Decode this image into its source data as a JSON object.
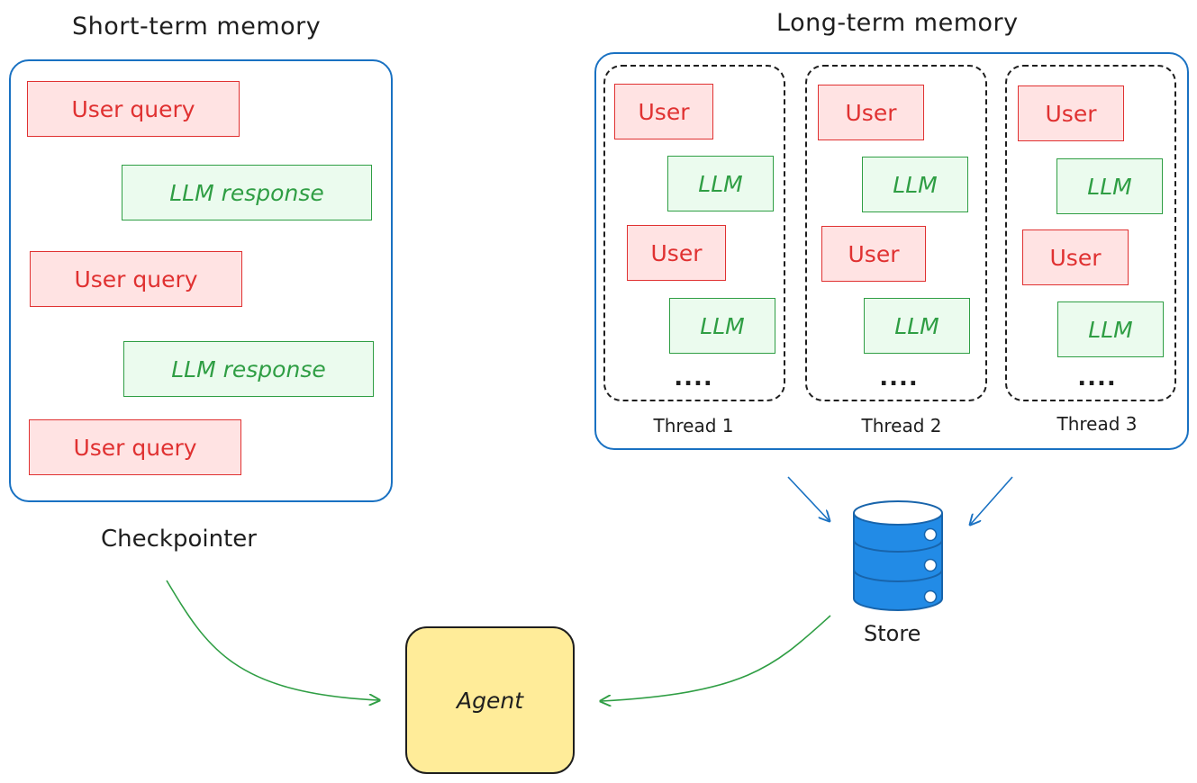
{
  "short_term": {
    "title": "Short-term memory",
    "messages": [
      {
        "type": "user",
        "text": "User query"
      },
      {
        "type": "llm",
        "text": "LLM response"
      },
      {
        "type": "user",
        "text": "User query"
      },
      {
        "type": "llm",
        "text": "LLM response"
      },
      {
        "type": "user",
        "text": "User query"
      }
    ],
    "caption": "Checkpointer"
  },
  "long_term": {
    "title": "Long-term memory",
    "threads": [
      {
        "label": "Thread 1",
        "user1": "User",
        "llm1": "LLM",
        "user2": "User",
        "llm2": "LLM",
        "ellipsis": "...."
      },
      {
        "label": "Thread 2",
        "user1": "User",
        "llm1": "LLM",
        "user2": "User",
        "llm2": "LLM",
        "ellipsis": "...."
      },
      {
        "label": "Thread 3",
        "user1": "User",
        "llm1": "LLM",
        "user2": "User",
        "llm2": "LLM",
        "ellipsis": "...."
      }
    ]
  },
  "store": {
    "label": "Store",
    "icon": "database-icon",
    "color": "#228be6"
  },
  "agent": {
    "label": "Agent",
    "color": "#ffec99"
  },
  "colors": {
    "panel_border": "#1971c2",
    "user_fill": "#ffe3e3",
    "user_stroke": "#e03131",
    "llm_fill": "#ebfbee",
    "llm_stroke": "#2f9e44",
    "arrow_blue": "#1971c2",
    "arrow_green": "#2f9e44"
  }
}
